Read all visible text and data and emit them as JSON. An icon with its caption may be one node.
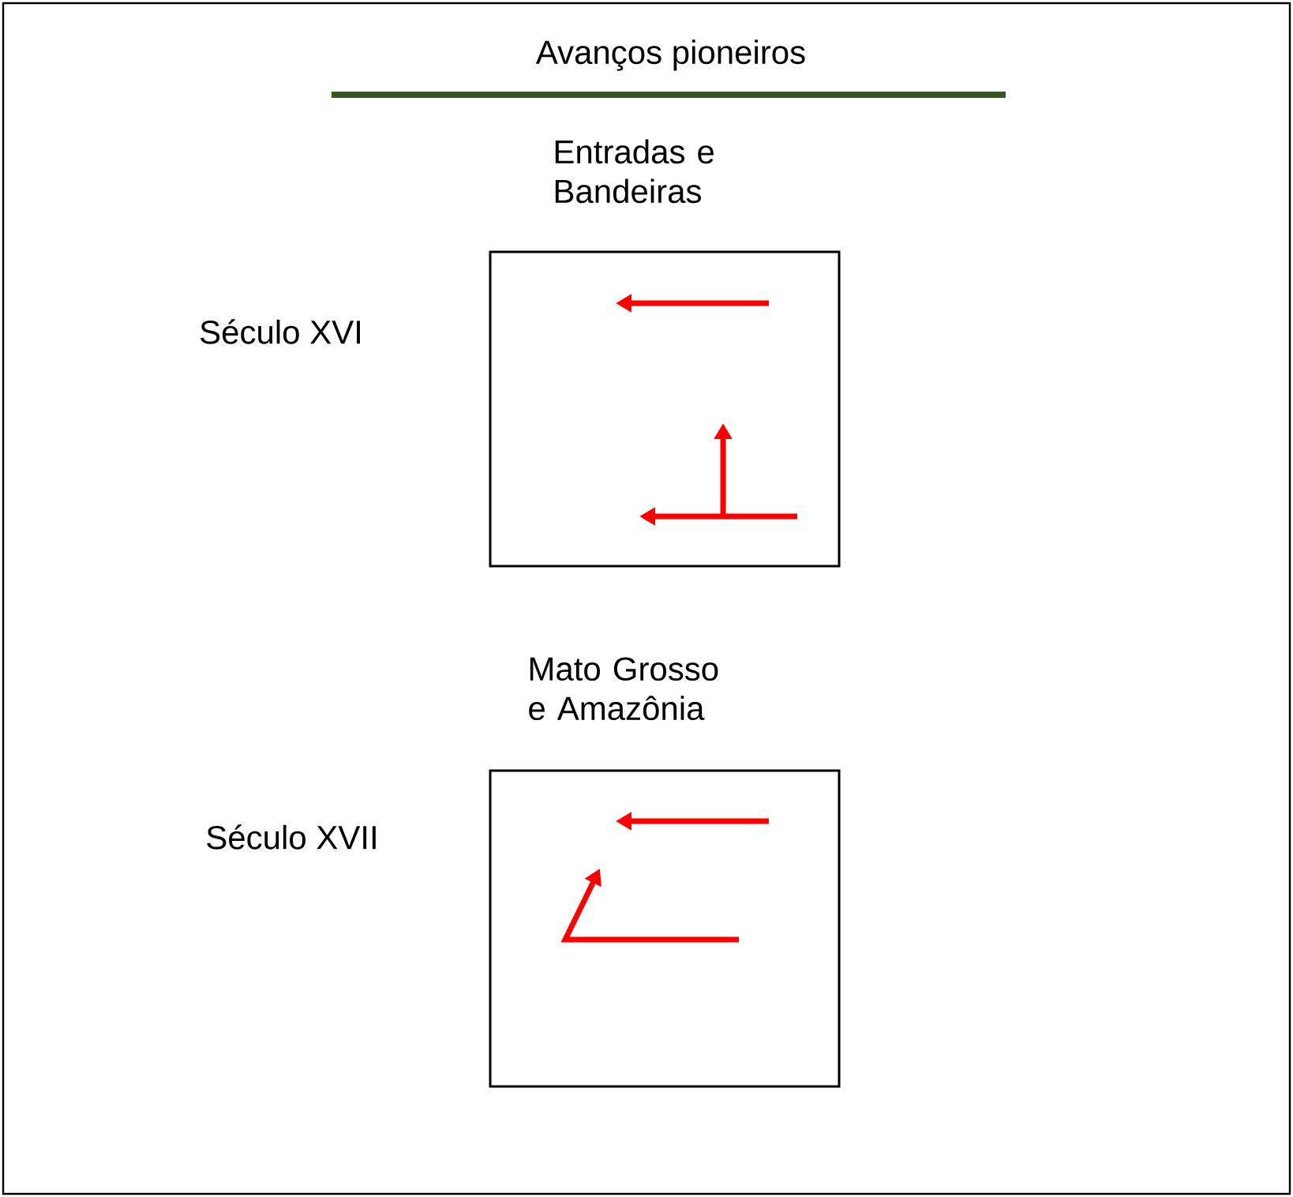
{
  "diagram": {
    "title": "Avanços pioneiros",
    "nodes": [
      {
        "text": [
          "Entradas e Bandeiras"
        ],
        "beside": [
          "Século XVI"
        ]
      },
      {
        "text": [
          "Mato Grosso e Amazônia"
        ],
        "beside": [
          "Século XVII"
        ]
      }
    ]
  }
}
